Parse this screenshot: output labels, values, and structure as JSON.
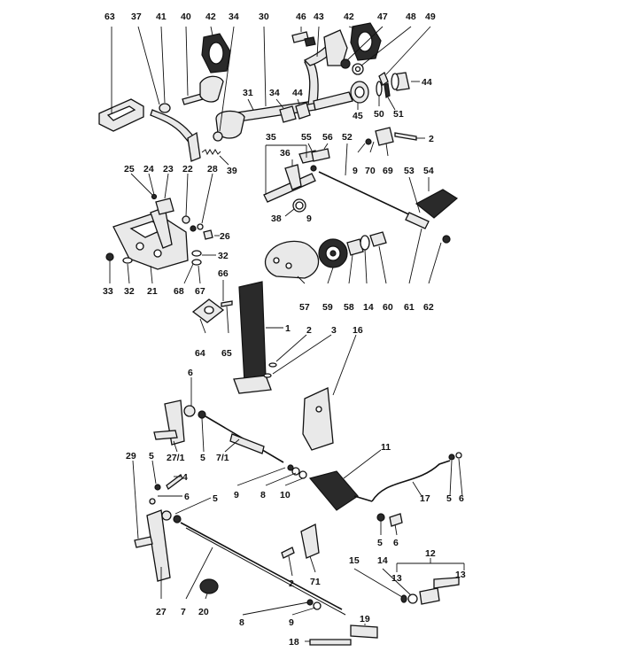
{
  "diagram": {
    "callouts": [
      {
        "id": "c63",
        "text": "63"
      },
      {
        "id": "c37",
        "text": "37"
      },
      {
        "id": "c41a",
        "text": "41"
      },
      {
        "id": "c40",
        "text": "40"
      },
      {
        "id": "c42a",
        "text": "42"
      },
      {
        "id": "c34a",
        "text": "34"
      },
      {
        "id": "c30",
        "text": "30"
      },
      {
        "id": "c46",
        "text": "46"
      },
      {
        "id": "c43",
        "text": "43"
      },
      {
        "id": "c42b",
        "text": "42"
      },
      {
        "id": "c47",
        "text": "47"
      },
      {
        "id": "c48",
        "text": "48"
      },
      {
        "id": "c49",
        "text": "49"
      },
      {
        "id": "c44a",
        "text": "44"
      },
      {
        "id": "c31",
        "text": "31"
      },
      {
        "id": "c34b",
        "text": "34"
      },
      {
        "id": "c44b",
        "text": "44"
      },
      {
        "id": "c45",
        "text": "45"
      },
      {
        "id": "c50",
        "text": "50"
      },
      {
        "id": "c51",
        "text": "51"
      },
      {
        "id": "c39",
        "text": "39"
      },
      {
        "id": "c35",
        "text": "35"
      },
      {
        "id": "c55",
        "text": "55"
      },
      {
        "id": "c56",
        "text": "56"
      },
      {
        "id": "c52",
        "text": "52"
      },
      {
        "id": "c2a",
        "text": "2"
      },
      {
        "id": "c36",
        "text": "36"
      },
      {
        "id": "c9a",
        "text": "9"
      },
      {
        "id": "c70",
        "text": "70"
      },
      {
        "id": "c69",
        "text": "69"
      },
      {
        "id": "c25",
        "text": "25"
      },
      {
        "id": "c24",
        "text": "24"
      },
      {
        "id": "c23",
        "text": "23"
      },
      {
        "id": "c22",
        "text": "22"
      },
      {
        "id": "c28",
        "text": "28"
      },
      {
        "id": "c53",
        "text": "53"
      },
      {
        "id": "c54",
        "text": "54"
      },
      {
        "id": "c38",
        "text": "38"
      },
      {
        "id": "c9b",
        "text": "9"
      },
      {
        "id": "c26",
        "text": "26"
      },
      {
        "id": "c32a",
        "text": "32"
      },
      {
        "id": "c33",
        "text": "33"
      },
      {
        "id": "c32b",
        "text": "32"
      },
      {
        "id": "c21",
        "text": "21"
      },
      {
        "id": "c68",
        "text": "68"
      },
      {
        "id": "c67",
        "text": "67"
      },
      {
        "id": "c57",
        "text": "57"
      },
      {
        "id": "c59",
        "text": "59"
      },
      {
        "id": "c58",
        "text": "58"
      },
      {
        "id": "c14a",
        "text": "14"
      },
      {
        "id": "c60",
        "text": "60"
      },
      {
        "id": "c61",
        "text": "61"
      },
      {
        "id": "c62",
        "text": "62"
      },
      {
        "id": "c66",
        "text": "66"
      },
      {
        "id": "c64",
        "text": "64"
      },
      {
        "id": "c65",
        "text": "65"
      },
      {
        "id": "c1",
        "text": "1"
      },
      {
        "id": "c2b",
        "text": "2"
      },
      {
        "id": "c3",
        "text": "3"
      },
      {
        "id": "c16",
        "text": "16"
      },
      {
        "id": "c6a",
        "text": "6"
      },
      {
        "id": "c27_1",
        "text": "27/1"
      },
      {
        "id": "c5a",
        "text": "5"
      },
      {
        "id": "c7_1",
        "text": "7/1"
      },
      {
        "id": "c11",
        "text": "11"
      },
      {
        "id": "c29",
        "text": "29"
      },
      {
        "id": "c5b",
        "text": "5"
      },
      {
        "id": "c4",
        "text": "4"
      },
      {
        "id": "c6b",
        "text": "6"
      },
      {
        "id": "c9c",
        "text": "9"
      },
      {
        "id": "c8a",
        "text": "8"
      },
      {
        "id": "c10",
        "text": "10"
      },
      {
        "id": "c17",
        "text": "17"
      },
      {
        "id": "c5c",
        "text": "5"
      },
      {
        "id": "c6c",
        "text": "6"
      },
      {
        "id": "c5d",
        "text": "5"
      },
      {
        "id": "c5e",
        "text": "5"
      },
      {
        "id": "c6d",
        "text": "6"
      },
      {
        "id": "c2c",
        "text": "2"
      },
      {
        "id": "c71",
        "text": "71"
      },
      {
        "id": "c15",
        "text": "15"
      },
      {
        "id": "c14b",
        "text": "14"
      },
      {
        "id": "c12",
        "text": "12"
      },
      {
        "id": "c13a",
        "text": "13"
      },
      {
        "id": "c13b",
        "text": "13"
      },
      {
        "id": "c27",
        "text": "27"
      },
      {
        "id": "c7",
        "text": "7"
      },
      {
        "id": "c20",
        "text": "20"
      },
      {
        "id": "c8b",
        "text": "8"
      },
      {
        "id": "c9d",
        "text": "9"
      },
      {
        "id": "c19",
        "text": "19"
      },
      {
        "id": "c18",
        "text": "18"
      }
    ]
  }
}
